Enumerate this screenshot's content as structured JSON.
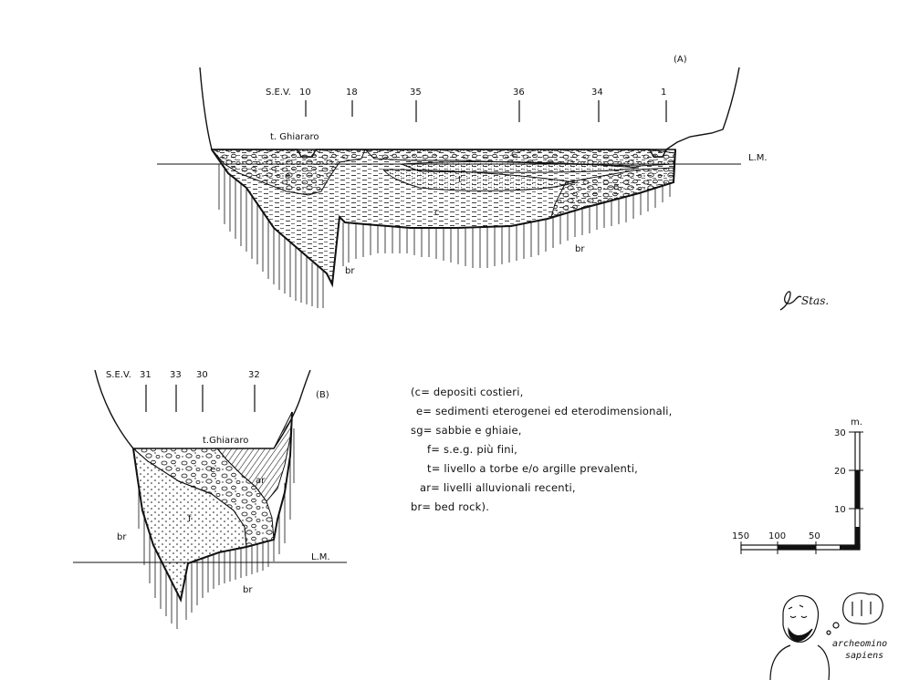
{
  "sectionA": {
    "tag": "(A)",
    "sev_label": "S.E.V.",
    "sev_numbers": [
      "10",
      "18",
      "35",
      "36",
      "34",
      "1"
    ],
    "river": "t. Ghiararo",
    "lm": "L.M.",
    "zone_labels": [
      "e",
      "c",
      "t",
      "e",
      "c"
    ],
    "bedrock_labels": [
      "br",
      "br"
    ]
  },
  "sectionB": {
    "tag": "(B)",
    "sev_label": "S.E.V.",
    "sev_numbers": [
      "31",
      "33",
      "30",
      "32"
    ],
    "river": "t.Ghiararo",
    "lm": "L.M.",
    "zone_labels": [
      "e",
      "f",
      "ar"
    ],
    "bedrock_labels": [
      "br",
      "br"
    ]
  },
  "legend": [
    "(c= depositi costieri,",
    "e= sedimenti eterogenei ed eterodimensionali,",
    "sg= sabbie e ghiaie,",
    "f= s.e.g. più fini,",
    "t= livello a torbe e/o argille prevalenti,",
    "ar= livelli alluvionali recenti,",
    "br= bed rock)."
  ],
  "scale": {
    "unit": "m.",
    "vertical_ticks": [
      "30",
      "20",
      "10"
    ],
    "horizontal_ticks": [
      "150",
      "100",
      "50"
    ]
  },
  "signature": "Stas.",
  "logo": {
    "line1": "archeomino",
    "line2": "sapiens"
  }
}
